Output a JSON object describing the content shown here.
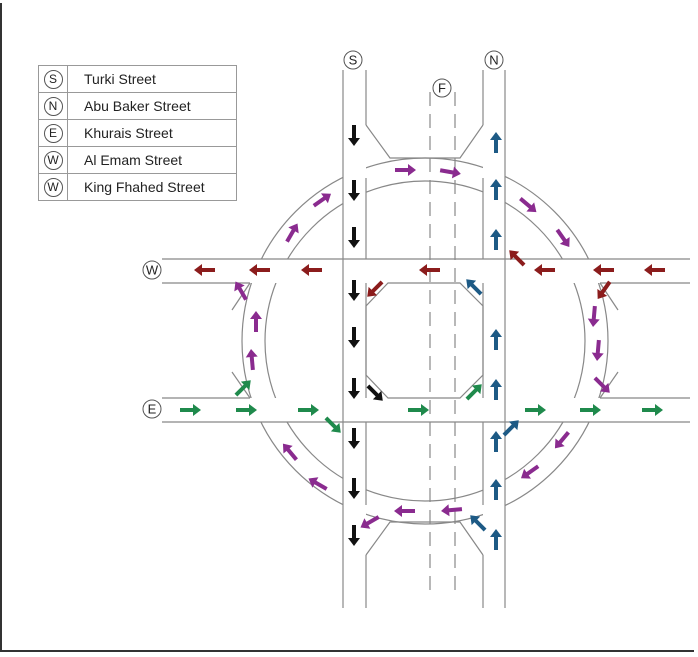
{
  "legend": [
    {
      "symbol": "S",
      "name": "Turki Street"
    },
    {
      "symbol": "N",
      "name": "Abu Baker Street"
    },
    {
      "symbol": "E",
      "name": "Khurais Street"
    },
    {
      "symbol": "W",
      "name": "Al Emam Street"
    },
    {
      "symbol": "W",
      "name": "King Fhahed Street"
    }
  ],
  "road_labels": {
    "south": "S",
    "north": "N",
    "flyover": "F",
    "west": "W",
    "east": "E"
  },
  "colors": {
    "southbound": "#111111",
    "northbound": "#1d5a85",
    "westbound": "#8b1c1c",
    "eastbound": "#1f8a4c",
    "roundabout": "#8a2b8f"
  }
}
